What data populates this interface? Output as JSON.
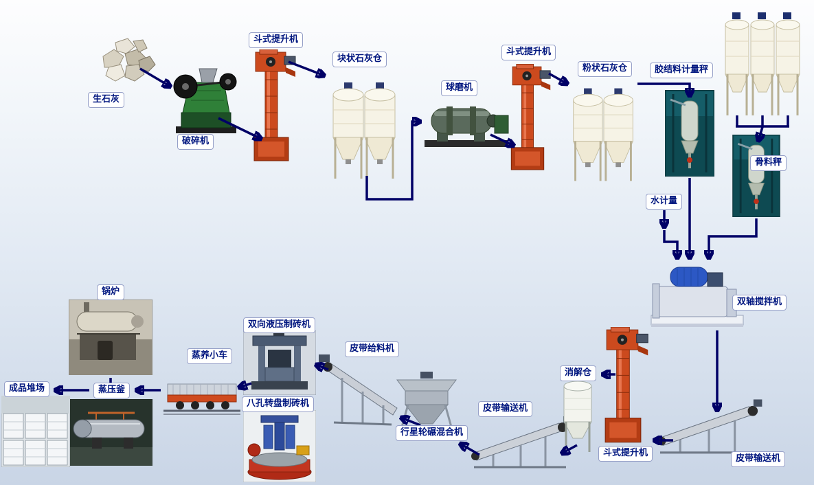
{
  "diagram": {
    "type": "process-flow",
    "arrow_color": "#000066",
    "label_text_color": "#00167f",
    "label_bg_color": "#ffffff",
    "labels": {
      "quicklime": "生石灰",
      "crusher": "破碎机",
      "bucket_elevator_1": "斗式提升机",
      "lump_lime_silo": "块状石灰仓",
      "ball_mill": "球磨机",
      "bucket_elevator_2": "斗式提升机",
      "powder_lime_silo": "粉状石灰仓",
      "binder_metering_scale": "胶结料计量秤",
      "aggregate_scale": "骨料秤",
      "water_metering": "水计量",
      "twin_shaft_mixer": "双轴搅拌机",
      "boiler": "锅炉",
      "hydraulic_brick_machine": "双向液压制砖机",
      "steam_curing_cart": "蒸养小车",
      "belt_feeder": "皮带给料机",
      "slaking_silo": "消解仓",
      "finished_product_yard": "成品堆场",
      "autoclave": "蒸压釜",
      "rotary_brick_machine": "八孔转盘制砖机",
      "belt_conveyor_mid": "皮带输送机",
      "planetary_mixer": "行星轮碾混合机",
      "bucket_elevator_3": "斗式提升机",
      "belt_conveyor_right": "皮带输送机"
    }
  }
}
